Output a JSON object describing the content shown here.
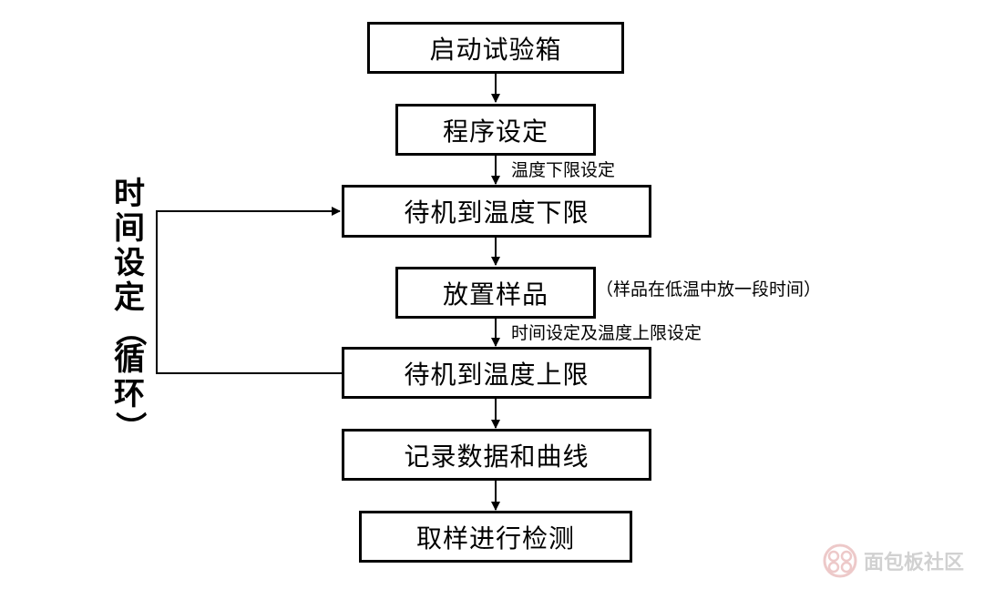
{
  "steps": [
    {
      "id": "start",
      "label": "启动试验箱"
    },
    {
      "id": "program",
      "label": "程序设定"
    },
    {
      "id": "wait-lower",
      "label": "待机到温度下限"
    },
    {
      "id": "place",
      "label": "放置样品"
    },
    {
      "id": "wait-upper",
      "label": "待机到温度上限"
    },
    {
      "id": "record",
      "label": "记录数据和曲线"
    },
    {
      "id": "sample",
      "label": "取样进行检测"
    }
  ],
  "notes": {
    "lower_setting": "温度下限设定",
    "place_note": "（样品在低温中放一段时间）",
    "upper_setting": "时间设定及温度上限设定"
  },
  "loop_label": {
    "chars": [
      "时",
      "间",
      "设",
      "定",
      "（",
      "循",
      "环",
      "）"
    ]
  },
  "watermark": {
    "text": "面包板社区",
    "icon": "logo-icon"
  }
}
